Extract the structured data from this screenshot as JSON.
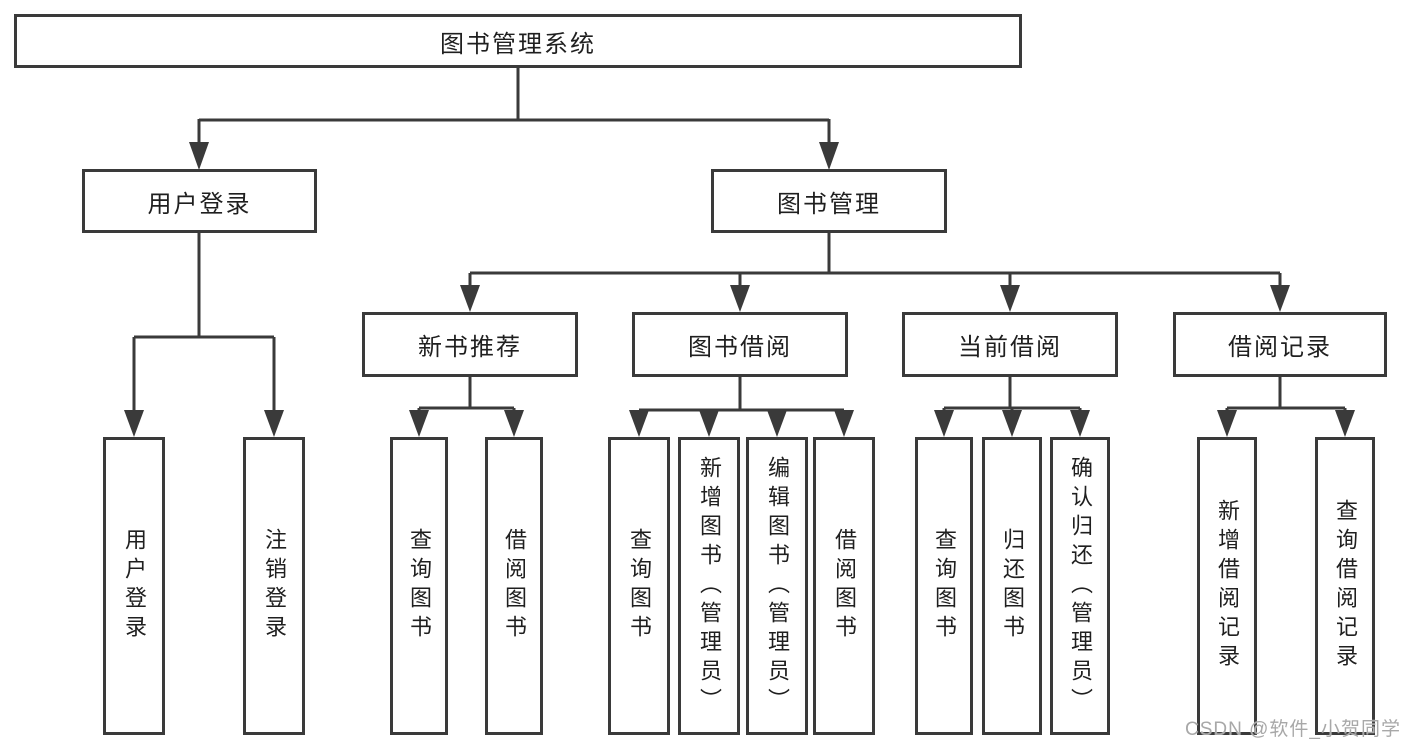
{
  "colors": {
    "line": "#3a3a3a",
    "text": "#1f1f1f",
    "watermark": "#a8a8a8",
    "background": "#ffffff"
  },
  "watermark": {
    "text": "CSDN @软件_小贺同学"
  },
  "tree": {
    "label": "图书管理系统",
    "children": [
      {
        "label": "用户登录",
        "children": [
          {
            "label": "用户登录"
          },
          {
            "label": "注销登录"
          }
        ]
      },
      {
        "label": "图书管理",
        "children": [
          {
            "label": "新书推荐",
            "children": [
              {
                "label": "查询图书"
              },
              {
                "label": "借阅图书"
              }
            ]
          },
          {
            "label": "图书借阅",
            "children": [
              {
                "label": "查询图书"
              },
              {
                "label": "新增图书（管理员）"
              },
              {
                "label": "编辑图书（管理员）"
              },
              {
                "label": "借阅图书"
              }
            ]
          },
          {
            "label": "当前借阅",
            "children": [
              {
                "label": "查询图书"
              },
              {
                "label": "归还图书"
              },
              {
                "label": "确认归还（管理员）"
              }
            ]
          },
          {
            "label": "借阅记录",
            "children": [
              {
                "label": "新增借阅记录"
              },
              {
                "label": "查询借阅记录"
              }
            ]
          }
        ]
      }
    ]
  }
}
